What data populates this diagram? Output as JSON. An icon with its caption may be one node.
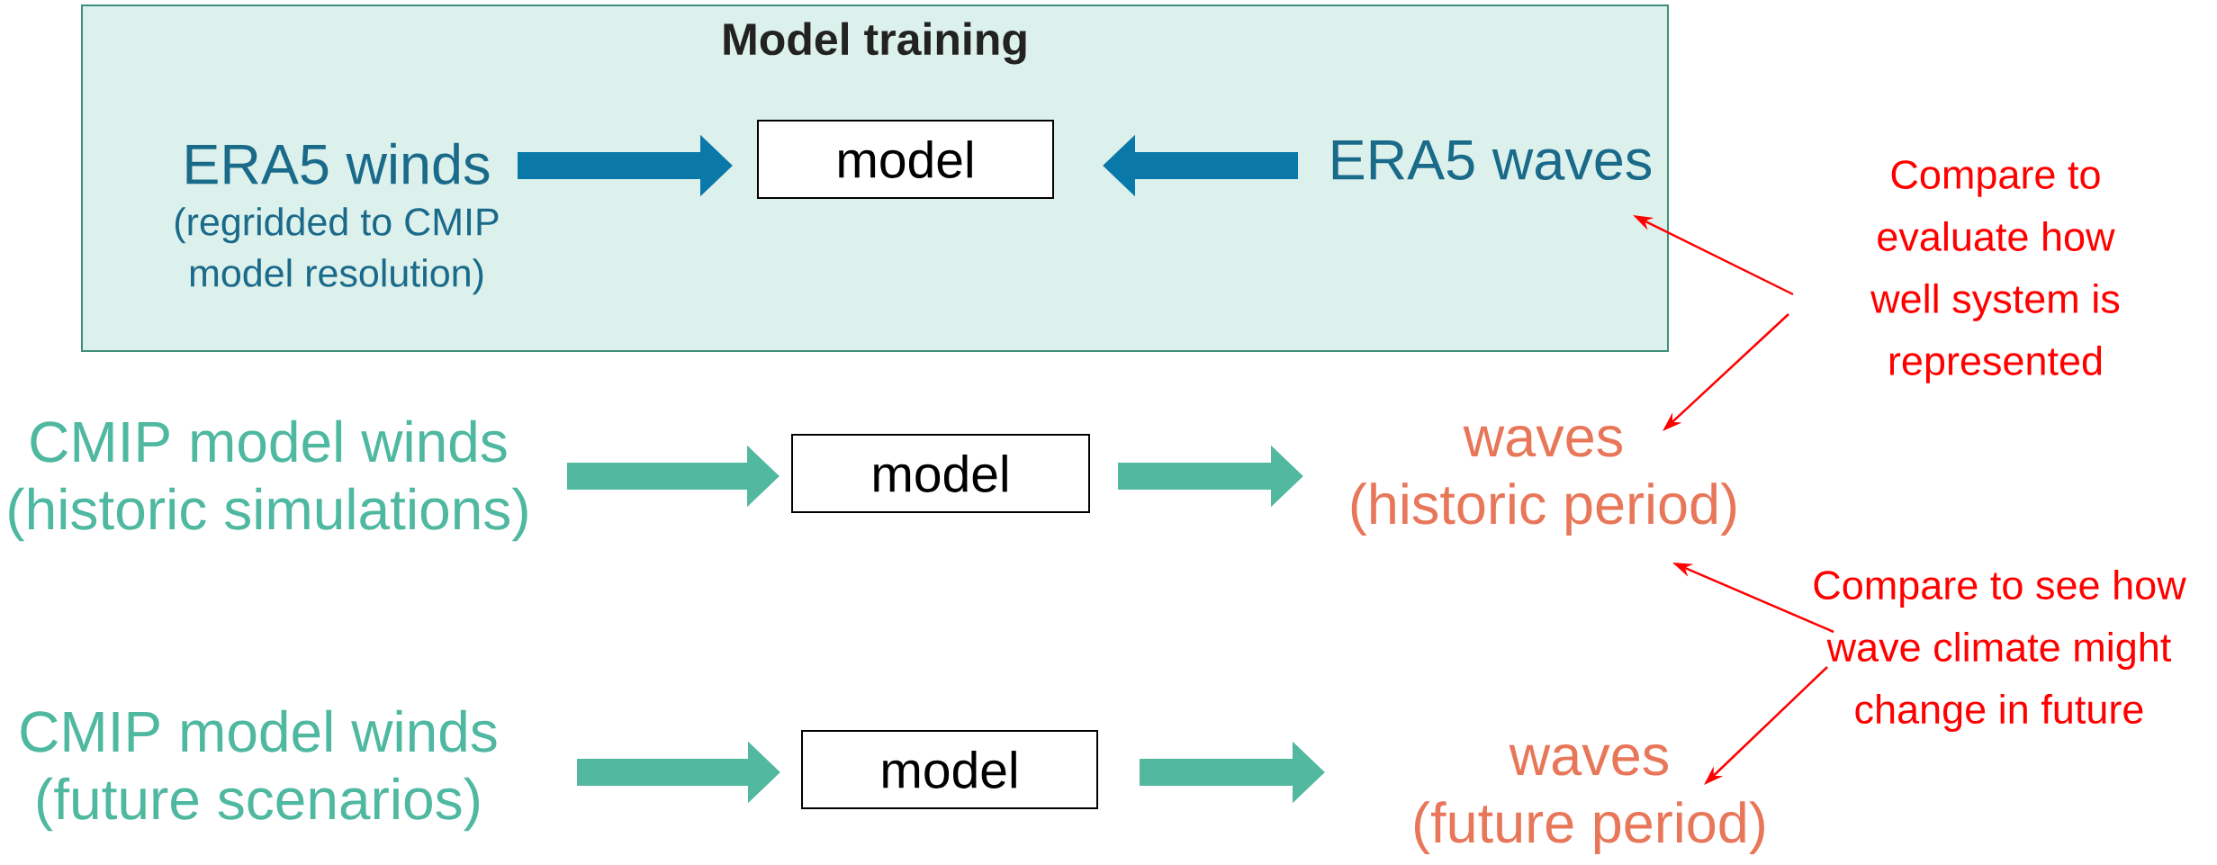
{
  "diagram": {
    "nodes": [
      {
        "text": [
          "Model training"
        ]
      },
      {
        "text": [
          "ERA5 winds",
          "(regridded to CMIP model resolution)"
        ],
        "in": 0
      },
      {
        "text": [
          "model"
        ],
        "in": 0
      },
      {
        "text": [
          "ERA5 waves"
        ],
        "in": 0
      },
      {
        "text": [
          "Compare to evaluate how well system is represented"
        ]
      },
      {
        "text": [
          "CMIP model winds",
          "(historic simulations)"
        ]
      },
      {
        "text": [
          "model"
        ]
      },
      {
        "text": [
          "waves",
          "(historic period)"
        ]
      },
      {
        "text": [
          "Compare to see how wave climate might change in future"
        ]
      },
      {
        "text": [
          "CMIP model winds",
          "(future scenarios)"
        ]
      },
      {
        "text": [
          "model"
        ]
      },
      {
        "text": [
          "waves",
          "(future period)"
        ]
      }
    ],
    "edges": [
      {
        "from": 1,
        "to": 2,
        "arrow": "to",
        "color": "#0a78a8"
      },
      {
        "from": 3,
        "to": 2,
        "arrow": "to",
        "color": "#0a78a8"
      },
      {
        "from": 4,
        "to": 3,
        "arrow": "to",
        "color": "#ff0000"
      },
      {
        "from": 4,
        "to": 7,
        "arrow": "to",
        "color": "#ff0000"
      },
      {
        "from": 5,
        "to": 6,
        "arrow": "to",
        "color": "#52b8a0"
      },
      {
        "from": 6,
        "to": 7,
        "arrow": "to",
        "color": "#52b8a0"
      },
      {
        "from": 8,
        "to": 7,
        "arrow": "to",
        "color": "#ff0000"
      },
      {
        "from": 8,
        "to": 11,
        "arrow": "to",
        "color": "#ff0000"
      },
      {
        "from": 9,
        "to": 10,
        "arrow": "to",
        "color": "#52b8a0"
      },
      {
        "from": 10,
        "to": 11,
        "arrow": "to",
        "color": "#52b8a0"
      }
    ]
  }
}
